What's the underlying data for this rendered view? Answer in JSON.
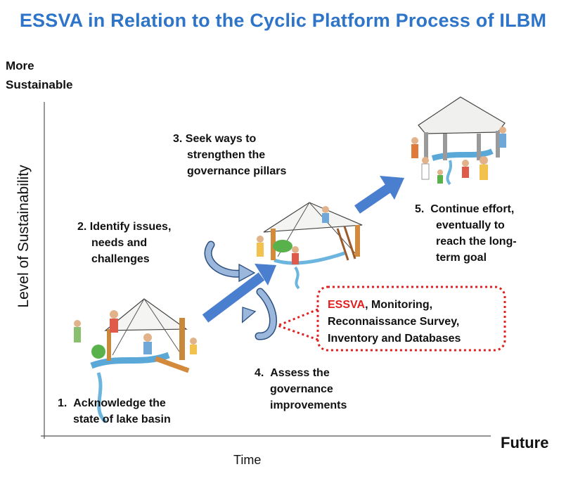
{
  "title": "ESSVA in Relation to the Cyclic Platform Process of ILBM",
  "y_axis": {
    "top_label_line1": "More",
    "top_label_line2": "Sustainable",
    "label": "Level of Sustainability"
  },
  "x_axis": {
    "label": "Time",
    "end_label": "Future"
  },
  "steps": [
    {
      "number": "1.",
      "lines": [
        "Acknowledge the",
        "state of lake basin"
      ]
    },
    {
      "number": "2.",
      "lines": [
        "Identify issues,",
        "needs and",
        "challenges"
      ]
    },
    {
      "number": "3.",
      "lines": [
        "Seek ways to",
        "strengthen the",
        "governance pillars"
      ]
    },
    {
      "number": "4.",
      "lines": [
        "Assess the",
        "governance",
        "improvements"
      ]
    },
    {
      "number": "5.",
      "lines": [
        "Continue effort,",
        "eventually to",
        "reach the long-",
        "term goal"
      ]
    }
  ],
  "callout": {
    "highlight": "ESSVA",
    "line1_rest": ", Monitoring,",
    "line2": "Reconnaissance Survey,",
    "line3": "Inventory and Databases"
  },
  "colors": {
    "title": "#2e75c9",
    "arrow": "#4a7fd0",
    "cycle_arrow": "#9bb8dc",
    "callout_border": "#e02020",
    "highlight": "#e02020"
  },
  "icons": [
    "platform-scene-1",
    "platform-scene-2",
    "platform-scene-3"
  ]
}
